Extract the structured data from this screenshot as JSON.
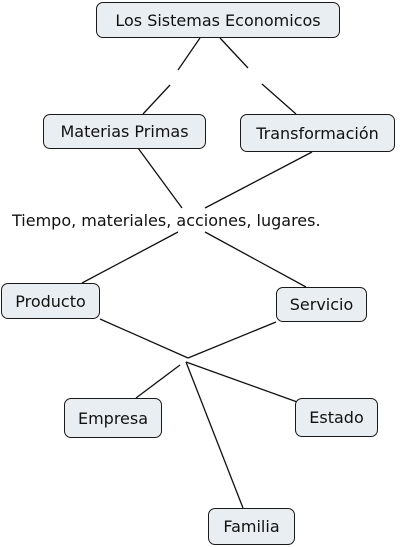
{
  "concept_map": {
    "nodes": {
      "root": "Los Sistemas Economicos",
      "materias_primas": "Materias Primas",
      "transformacion": "Transformación",
      "producto": "Producto",
      "servicio": "Servicio",
      "empresa": "Empresa",
      "estado": "Estado",
      "familia": "Familia"
    },
    "linking_phrase": "Tiempo, materiales, acciones, lugares.",
    "connections": [
      {
        "from": "root",
        "to": "materias_primas"
      },
      {
        "from": "root",
        "to": "transformacion"
      },
      {
        "from": "materias_primas",
        "to": "linking_phrase"
      },
      {
        "from": "transformacion",
        "to": "linking_phrase"
      },
      {
        "from": "linking_phrase",
        "to": "producto"
      },
      {
        "from": "linking_phrase",
        "to": "servicio"
      },
      {
        "from": "producto",
        "to": "empresa"
      },
      {
        "from": "producto",
        "to": "estado"
      },
      {
        "from": "producto",
        "to": "familia"
      },
      {
        "from": "servicio",
        "to": "empresa"
      },
      {
        "from": "servicio",
        "to": "estado"
      },
      {
        "from": "servicio",
        "to": "familia"
      }
    ]
  }
}
